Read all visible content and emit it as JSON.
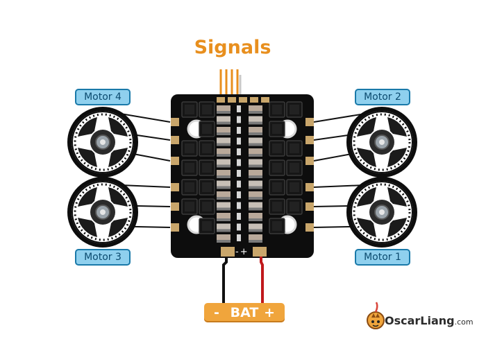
{
  "diagram": {
    "signals_label": "Signals",
    "motor_labels": {
      "motor_4": "Motor 4",
      "motor_2": "Motor 2",
      "motor_3": "Motor 3",
      "motor_1": "Motor 1"
    },
    "battery": {
      "negative": "-",
      "label": "BAT",
      "positive": "+"
    },
    "pad_polarity": "-+",
    "logo": {
      "name": "OscarLiang",
      "tld": ".com"
    }
  },
  "colors": {
    "signal_wire": "#e88f1e",
    "label_fill": "#8fd0ee",
    "label_border": "#1979a9",
    "battery_label_fill": "#f0a53c",
    "negative_wire": "#111111",
    "positive_wire": "#c0181b",
    "board": "#0d0d0d",
    "pad": "#c9a66b"
  }
}
